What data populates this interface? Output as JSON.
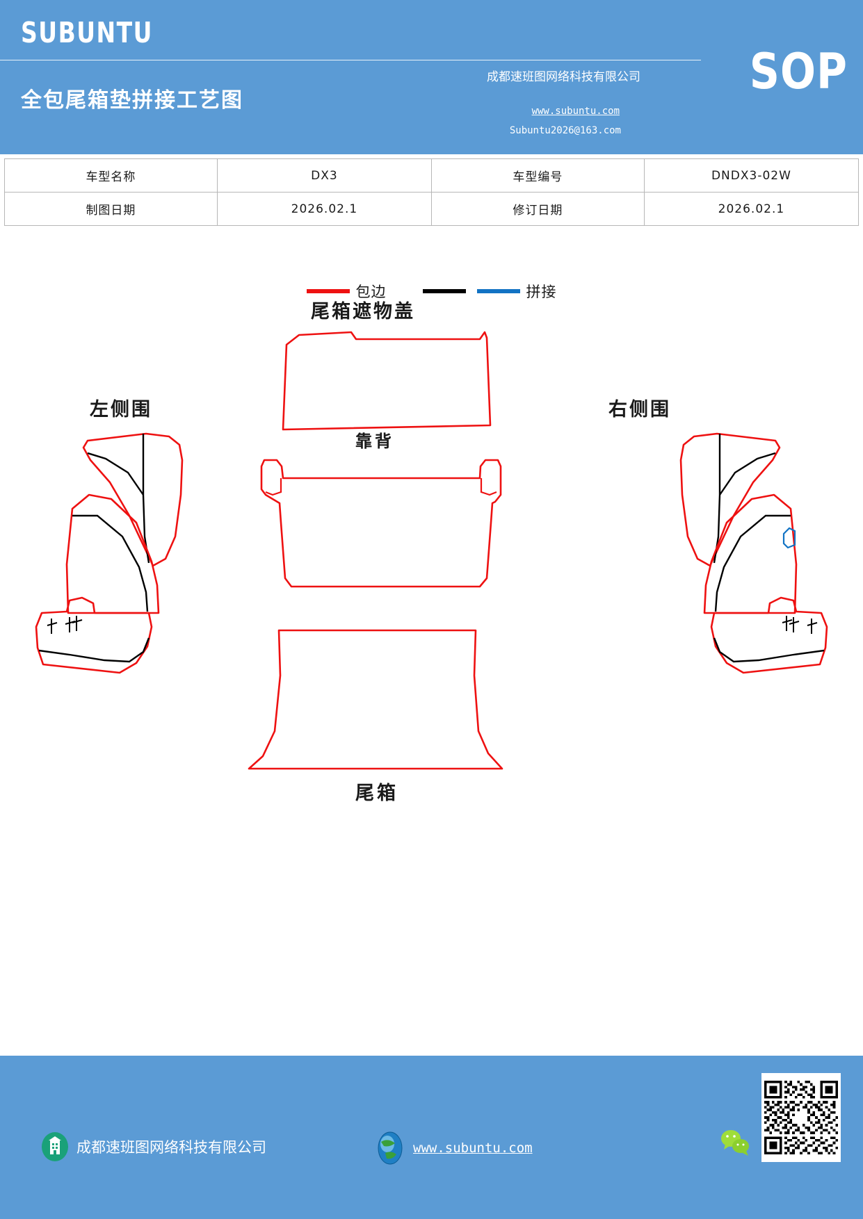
{
  "header": {
    "brand": "SUBUNTU",
    "doc_title": "全包尾箱垫拼接工艺图",
    "badge": "SOP",
    "company": "成都速班图网络科技有限公司",
    "website": "www.subuntu.com",
    "email": "Subuntu2026@163.com",
    "bg_color": "#5b9bd5"
  },
  "info_table": {
    "rows": [
      {
        "label1": "车型名称",
        "value1": "DX3",
        "label2": "车型编号",
        "value2": "DNDX3-02W"
      },
      {
        "label1": "制图日期",
        "value1": "2026.02.1",
        "label2": "修订日期",
        "value2": "2026.02.1"
      }
    ]
  },
  "legend": {
    "items": [
      {
        "label": "包边",
        "color": "#ee1111"
      },
      {
        "label": "拼接",
        "color": "#000000",
        "color2": "#1273c4"
      }
    ]
  },
  "diagram": {
    "labels": {
      "cover": "尾箱遮物盖",
      "left_side": "左侧围",
      "right_side": "右侧围",
      "backrest": "靠背",
      "trunk": "尾箱"
    },
    "stroke_colors": {
      "binding": "#ee1111",
      "seam_black": "#000000",
      "seam_blue": "#1273c4"
    }
  },
  "footer": {
    "company": "成都速班图网络科技有限公司",
    "website": "www.subuntu.com",
    "bg_color": "#5b9bd5"
  }
}
